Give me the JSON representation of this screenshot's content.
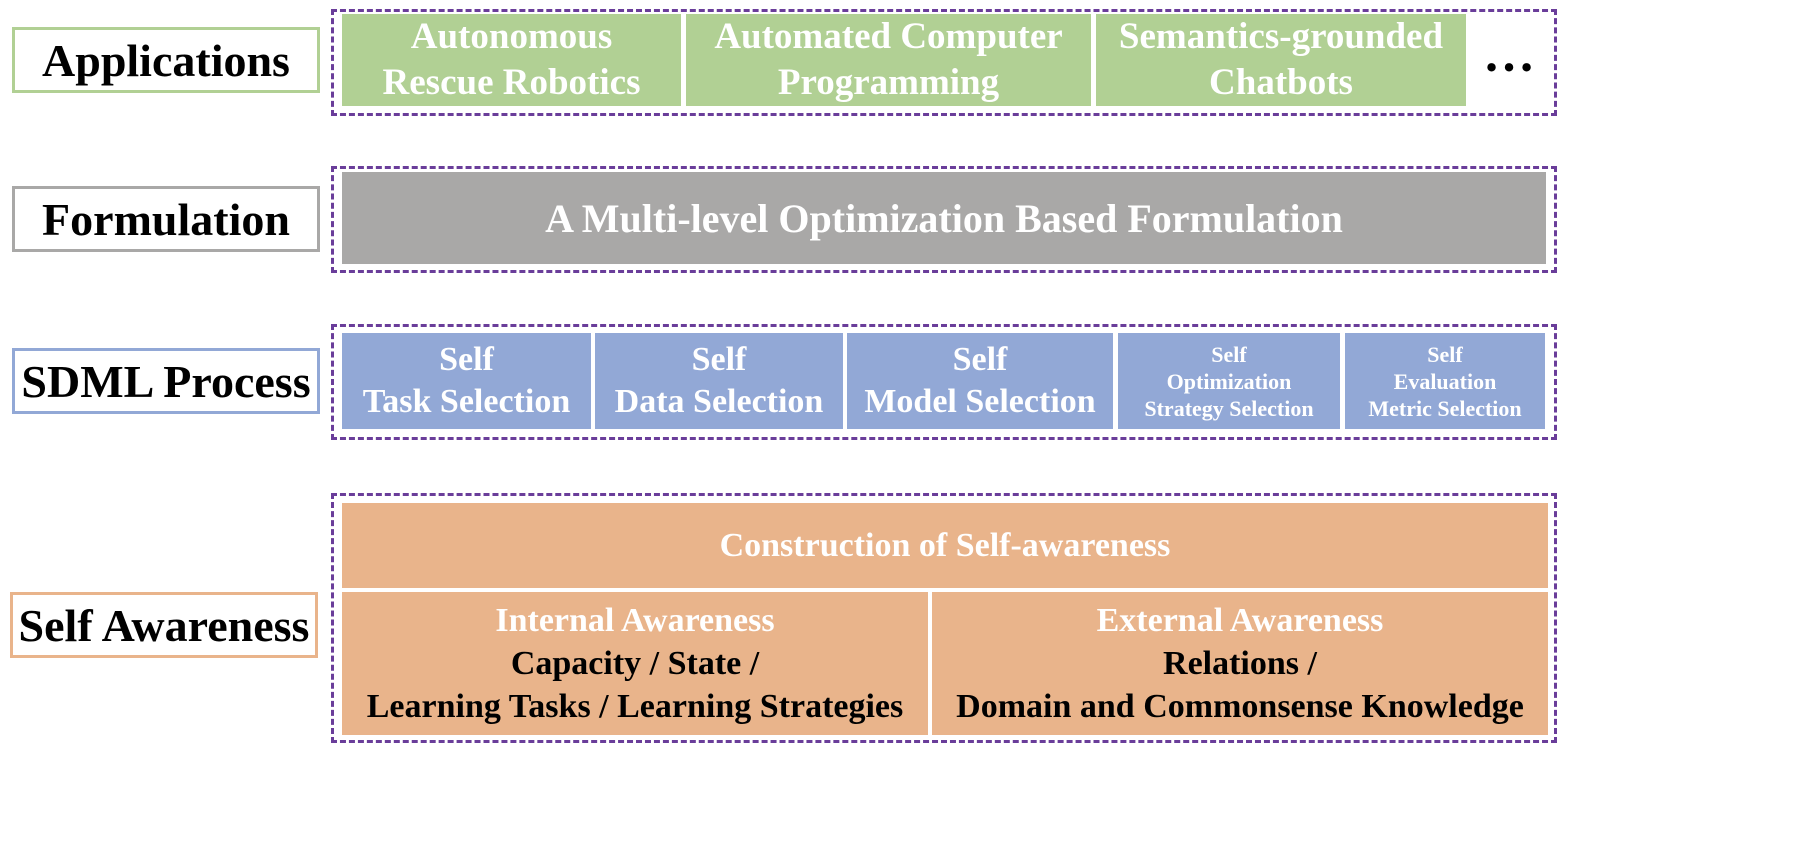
{
  "colors": {
    "applications": "#b1d094",
    "formulation": "#a9a8a7",
    "process": "#92a8d6",
    "awareness": "#e9b48b",
    "frame": "#6a3d9a"
  },
  "rows": {
    "applications": {
      "label": "Applications",
      "items": [
        {
          "line1": "Autonomous",
          "line2": "Rescue Robotics"
        },
        {
          "line1": "Automated Computer",
          "line2": "Programming"
        },
        {
          "line1": "Semantics-grounded",
          "line2": "Chatbots"
        }
      ],
      "ellipsis": "…"
    },
    "formulation": {
      "label": "Formulation",
      "text": "A Multi-level Optimization Based Formulation"
    },
    "process": {
      "label": "SDML Process",
      "items": [
        {
          "line1": "Self",
          "line2": "Task Selection"
        },
        {
          "line1": "Self",
          "line2": "Data Selection"
        },
        {
          "line1": "Self",
          "line2": "Model Selection"
        },
        {
          "line1": "Self",
          "line2": "Optimization",
          "line3": "Strategy Selection"
        },
        {
          "line1": "Self",
          "line2": "Evaluation",
          "line3": "Metric Selection"
        }
      ]
    },
    "awareness": {
      "label": "Self Awareness",
      "construction": "Construction of Self-awareness",
      "internal": {
        "title": "Internal Awareness",
        "line1": "Capacity / State /",
        "line2": "Learning Tasks / Learning Strategies"
      },
      "external": {
        "title": "External Awareness",
        "line1": "Relations /",
        "line2": "Domain and Commonsense Knowledge"
      }
    }
  }
}
